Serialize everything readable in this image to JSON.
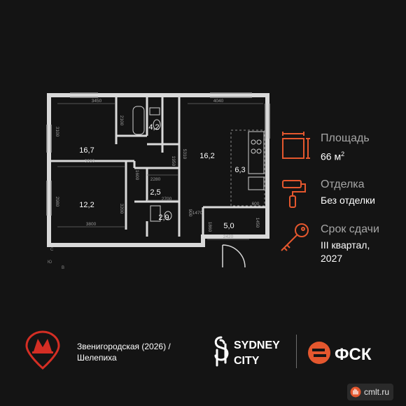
{
  "colors": {
    "background": "#141414",
    "accent": "#e4572e",
    "metro_red": "#d42e24",
    "wall": "#d9d9d9"
  },
  "plan": {
    "rooms": [
      {
        "name": "room-living",
        "area": "16,7"
      },
      {
        "name": "room-bedroom",
        "area": "12,2"
      },
      {
        "name": "room-bath",
        "area": "4,2"
      },
      {
        "name": "room-hall",
        "area": "2,5"
      },
      {
        "name": "room-wc",
        "area": "2,9"
      },
      {
        "name": "room-main",
        "area": "16,2"
      },
      {
        "name": "room-kitchen",
        "area": "6,3"
      },
      {
        "name": "room-loggia",
        "area": "5,0"
      }
    ],
    "dimensions": [
      "3450",
      "2100",
      "4040",
      "3100",
      "3880",
      "5310",
      "1950",
      "1600",
      "2280",
      "2700",
      "2980",
      "3200",
      "3800",
      "900",
      "1470",
      "600",
      "1860",
      "1450",
      "2420"
    ],
    "compass": [
      "C",
      "Ю",
      "В"
    ]
  },
  "info": {
    "area_label": "Площадь",
    "area_value": "66 м",
    "area_sup": "2",
    "finish_label": "Отделка",
    "finish_value": "Без отделки",
    "deadline_label": "Срок сдачи",
    "deadline_line1": "III квартал,",
    "deadline_line2": "2027"
  },
  "footer": {
    "metro_line1": "Звенигородская (2026) /",
    "metro_line2": "Шелепиха",
    "brand_line1": "SYDNEY",
    "brand_line2": "CITY",
    "developer": "ФСК"
  },
  "watermark": {
    "text": "cmlt.ru",
    "icon": "hand-icon"
  }
}
